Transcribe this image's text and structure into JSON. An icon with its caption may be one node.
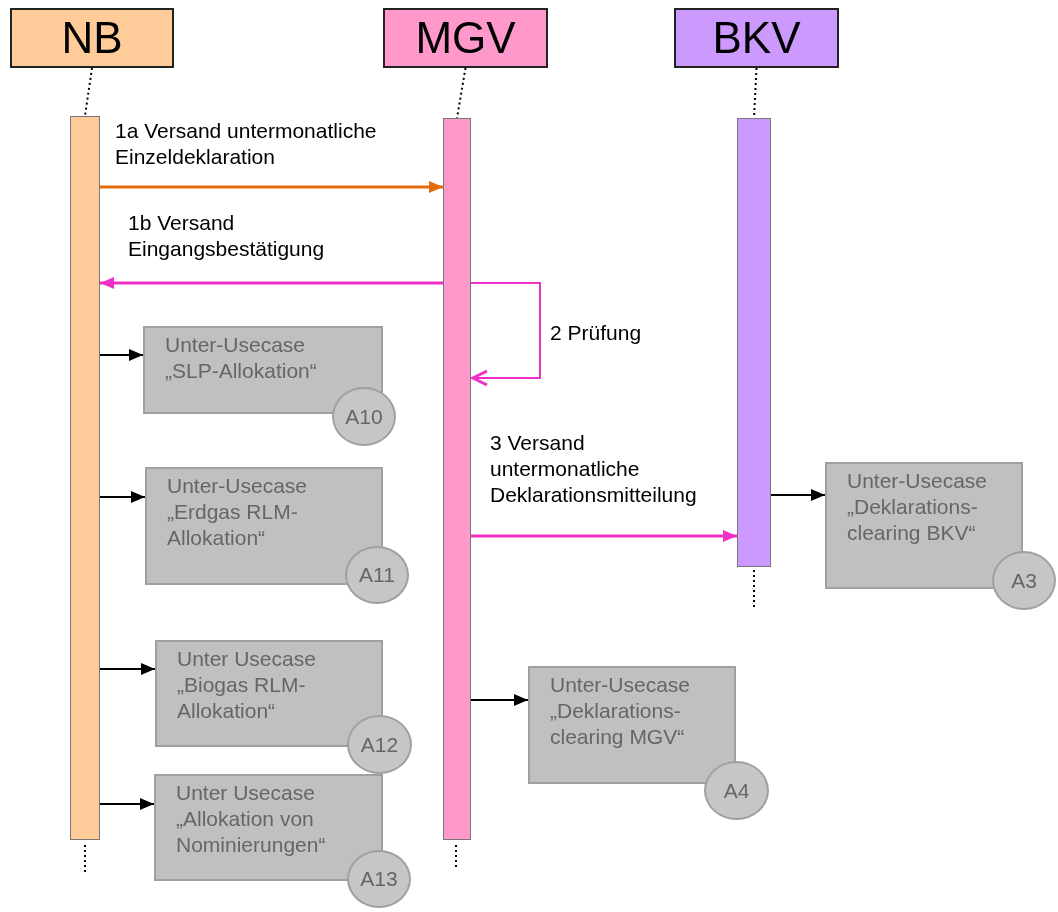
{
  "diagram": {
    "nodes": [
      {
        "text": [
          "NB"
        ]
      },
      {
        "text": [
          "MGV"
        ]
      },
      {
        "text": [
          "BKV"
        ]
      },
      {
        "text": [],
        "shape": "bar"
      },
      {
        "text": [],
        "shape": "bar"
      },
      {
        "text": [],
        "shape": "bar"
      },
      {
        "text": [
          "Unter-Usecase „SLP-Allokation“"
        ]
      },
      {
        "text": [
          "A10"
        ]
      },
      {
        "text": [
          "Unter-Usecase „Deklarations-clearing BKV“"
        ]
      },
      {
        "text": [
          "A3"
        ]
      },
      {
        "text": [
          "Unter-Usecase „Erdgas RLM-Allokation“"
        ]
      },
      {
        "text": [
          "A11"
        ]
      },
      {
        "text": [
          "Unter Usecase „Biogas RLM-Allokation“"
        ]
      },
      {
        "text": [
          "A12"
        ]
      },
      {
        "text": [
          "Unter-Usecase „Deklarations-clearing MGV“"
        ]
      },
      {
        "text": [
          "A4"
        ]
      },
      {
        "text": [
          "Unter Usecase „Allokation von Nominierungen“"
        ]
      },
      {
        "text": [
          "A13"
        ]
      }
    ],
    "edges": [
      {
        "from": 0,
        "to": 3,
        "arrow": "none",
        "style": "dashed"
      },
      {
        "from": 1,
        "to": 4,
        "arrow": "none",
        "style": "dashed"
      },
      {
        "from": 2,
        "to": 5,
        "arrow": "none",
        "style": "dashed"
      },
      {
        "from": 3,
        "to": 4,
        "arrow": "to",
        "label": "1a Versand untermonatliche Einzeldeklaration",
        "color": "#e46c0a"
      },
      {
        "from": 4,
        "to": 3,
        "arrow": "to",
        "label": "1b Versand Eingangsbestätigung",
        "color": "#ee2fc8"
      },
      {
        "from": 4,
        "to": 4,
        "arrow": "to",
        "label": "2 Prüfung",
        "color": "#ee2fc8"
      },
      {
        "from": 4,
        "to": 5,
        "arrow": "to",
        "label": "3 Versand untermonatliche Deklarationsmitteilung",
        "color": "#ee2fc8"
      },
      {
        "from": 3,
        "to": 6,
        "arrow": "to"
      },
      {
        "from": 5,
        "to": 8,
        "arrow": "to"
      },
      {
        "from": 3,
        "to": 10,
        "arrow": "to"
      },
      {
        "from": 3,
        "to": 12,
        "arrow": "to"
      },
      {
        "from": 4,
        "to": 14,
        "arrow": "to"
      },
      {
        "from": 3,
        "to": 16,
        "arrow": "to"
      }
    ]
  }
}
